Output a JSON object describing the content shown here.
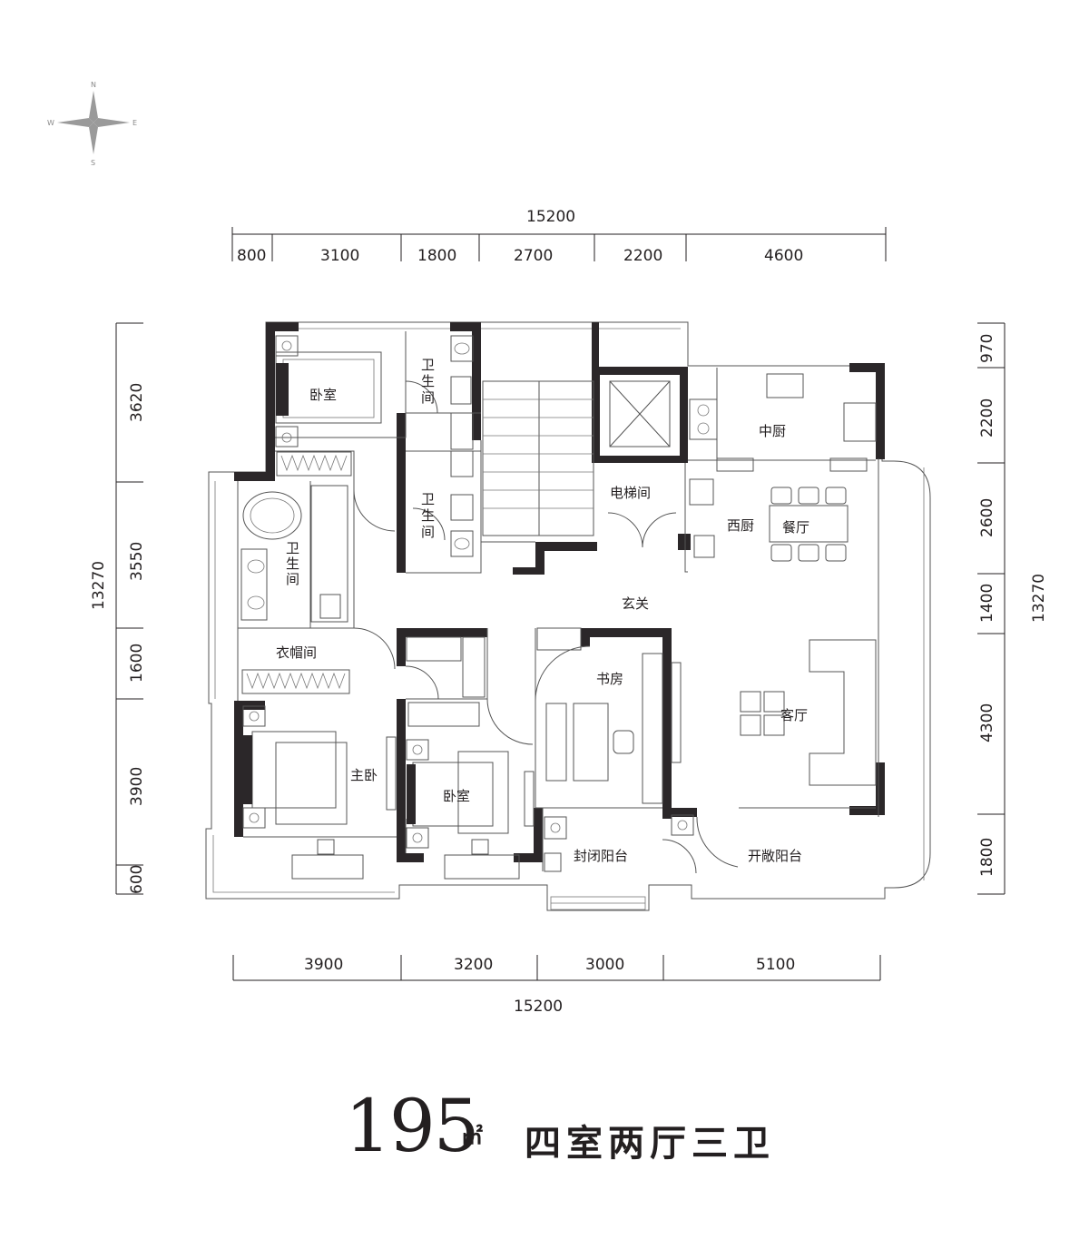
{
  "compass": {
    "n": "N",
    "s": "S",
    "e": "E",
    "w": "W"
  },
  "dimensions": {
    "top_total": "15200",
    "top_segments": [
      "800",
      "3100",
      "1800",
      "2700",
      "2200",
      "4600"
    ],
    "bottom_total": "15200",
    "bottom_segments": [
      "3900",
      "3200",
      "3000",
      "5100"
    ],
    "left_total": "13270",
    "left_segments": [
      "3620",
      "3550",
      "1600",
      "3900",
      "600"
    ],
    "right_total": "13270",
    "right_segments": [
      "970",
      "2200",
      "2600",
      "1400",
      "4300",
      "1800"
    ]
  },
  "rooms": {
    "bedroom_nw": "卧室",
    "bath_n1": [
      "卫",
      "生",
      "间"
    ],
    "bath_n2": [
      "卫",
      "生",
      "间"
    ],
    "bath_w": [
      "卫",
      "生",
      "间"
    ],
    "elevator_hall": "电梯间",
    "chinese_kitchen": "中厨",
    "western_kitchen": "西厨",
    "dining": "餐厅",
    "foyer": "玄关",
    "cloakroom": "衣帽间",
    "study": "书房",
    "living": "客厅",
    "master": "主卧",
    "bedroom_s": "卧室",
    "enclosed_balcony": "封闭阳台",
    "open_balcony": "开敞阳台"
  },
  "footer": {
    "area_value": "195",
    "area_unit": "㎡",
    "layout": "四室两厅三卫"
  }
}
